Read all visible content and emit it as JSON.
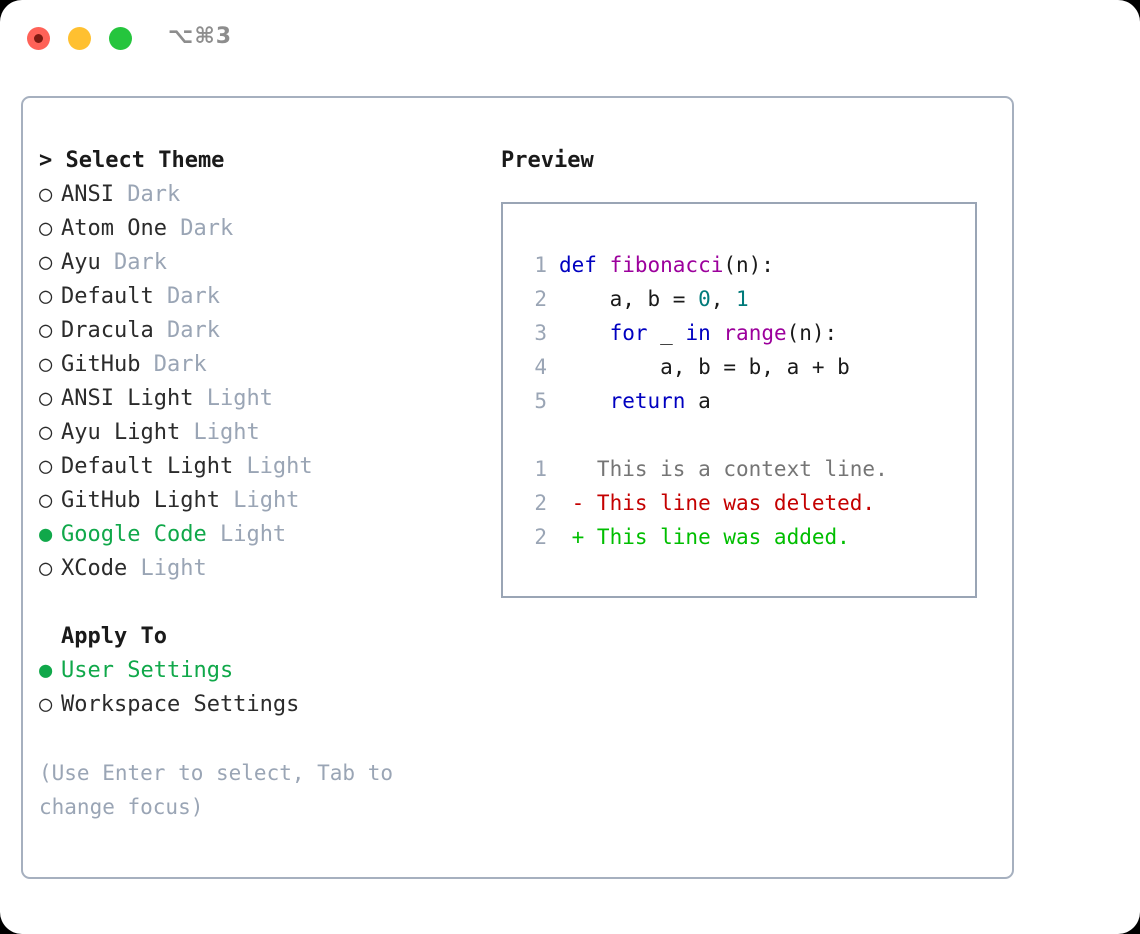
{
  "window": {
    "shortcut": "⌥⌘3",
    "traffic_lights": [
      "close-button",
      "minimize-button",
      "maximize-button"
    ],
    "colors": {
      "close": "#ff6258",
      "minimize": "#ffc030",
      "maximize": "#25c53d",
      "border": "#a6b0bf",
      "accent_green": "#10a84a",
      "muted": "#9aa5b5"
    }
  },
  "theme_picker": {
    "heading": "> Select Theme",
    "bullet_unselected": "○",
    "bullet_selected": "●",
    "options": [
      {
        "name": "ANSI",
        "badge": "Dark",
        "selected": false
      },
      {
        "name": "Atom One",
        "badge": "Dark",
        "selected": false
      },
      {
        "name": "Ayu",
        "badge": "Dark",
        "selected": false
      },
      {
        "name": "Default",
        "badge": "Dark",
        "selected": false
      },
      {
        "name": "Dracula",
        "badge": "Dark",
        "selected": false
      },
      {
        "name": "GitHub",
        "badge": "Dark",
        "selected": false
      },
      {
        "name": "ANSI Light",
        "badge": "Light",
        "selected": false
      },
      {
        "name": "Ayu Light",
        "badge": "Light",
        "selected": false
      },
      {
        "name": "Default Light",
        "badge": "Light",
        "selected": false
      },
      {
        "name": "GitHub Light",
        "badge": "Light",
        "selected": false
      },
      {
        "name": "Google Code",
        "badge": "Light",
        "selected": true
      },
      {
        "name": "XCode",
        "badge": "Light",
        "selected": false
      }
    ]
  },
  "apply_to": {
    "heading": "Apply To",
    "options": [
      {
        "name": "User Settings",
        "selected": true
      },
      {
        "name": "Workspace Settings",
        "selected": false
      }
    ]
  },
  "hint": "(Use Enter to select, Tab to change focus)",
  "preview": {
    "heading": "Preview",
    "code_lines": [
      {
        "num": "1",
        "tokens": [
          {
            "t": "def ",
            "c": "kw"
          },
          {
            "t": "fibonacci",
            "c": "fn"
          },
          {
            "t": "(n):",
            "c": "plain"
          }
        ]
      },
      {
        "num": "2",
        "tokens": [
          {
            "t": "    a, b = ",
            "c": "plain"
          },
          {
            "t": "0",
            "c": "num"
          },
          {
            "t": ", ",
            "c": "plain"
          },
          {
            "t": "1",
            "c": "num"
          }
        ]
      },
      {
        "num": "3",
        "tokens": [
          {
            "t": "    ",
            "c": "plain"
          },
          {
            "t": "for",
            "c": "kw"
          },
          {
            "t": " _ ",
            "c": "plain"
          },
          {
            "t": "in",
            "c": "kw"
          },
          {
            "t": " ",
            "c": "plain"
          },
          {
            "t": "range",
            "c": "fn"
          },
          {
            "t": "(n):",
            "c": "plain"
          }
        ]
      },
      {
        "num": "4",
        "tokens": [
          {
            "t": "        a, b = b, a + b",
            "c": "plain"
          }
        ]
      },
      {
        "num": "5",
        "tokens": [
          {
            "t": "    ",
            "c": "plain"
          },
          {
            "t": "return",
            "c": "kw"
          },
          {
            "t": " a",
            "c": "plain"
          }
        ]
      }
    ],
    "diff_lines": [
      {
        "num": "1",
        "marker": " ",
        "text": "This is a context line.",
        "kind": "ctx"
      },
      {
        "num": "2",
        "marker": "-",
        "text": "This line was deleted.",
        "kind": "del"
      },
      {
        "num": "2",
        "marker": "+",
        "text": "This line was added.",
        "kind": "add"
      }
    ]
  }
}
